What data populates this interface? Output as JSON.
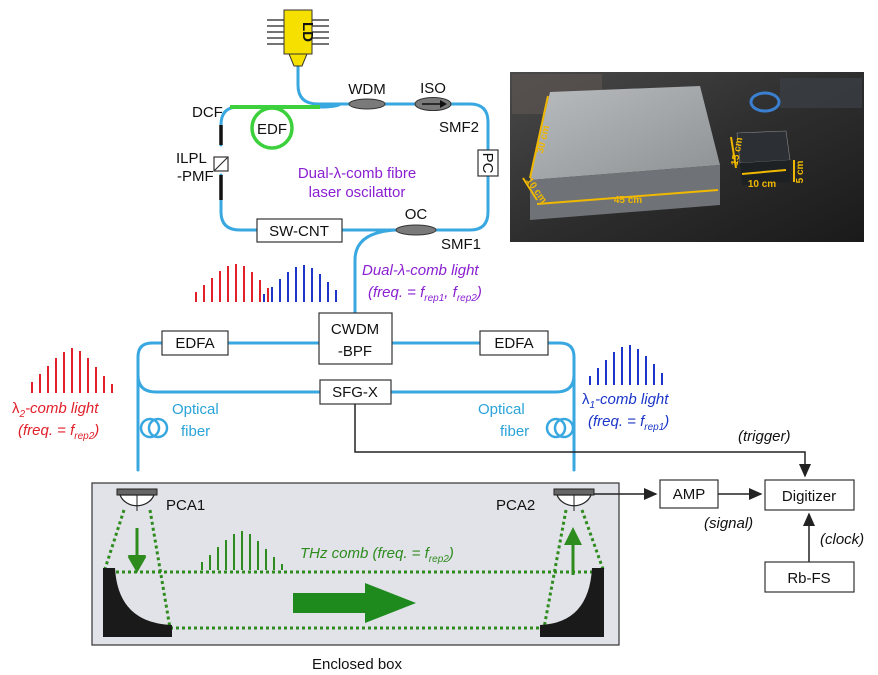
{
  "components": {
    "ld": "LD",
    "wdm": "WDM",
    "iso": "ISO",
    "dcf": "DCF",
    "edf": "EDF",
    "smf2": "SMF2",
    "ilpl_1": "ILPL",
    "ilpl_2": "-PMF",
    "pc": "PC",
    "sw_cnt": "SW-CNT",
    "oc": "OC",
    "smf1": "SMF1",
    "edfa_left": "EDFA",
    "edfa_right": "EDFA",
    "cwdm_1": "CWDM",
    "cwdm_2": "-BPF",
    "sfg_x": "SFG-X",
    "pca1": "PCA1",
    "pca2": "PCA2",
    "amp": "AMP",
    "digitizer": "Digitizer",
    "rb_fs": "Rb-FS"
  },
  "oscillator_label": {
    "line1": "Dual-λ-comb fibre",
    "line2": "laser oscilattor"
  },
  "dual_comb_light": {
    "line1": "Dual-λ-comb light",
    "line2_prefix": "(freq. = ",
    "sub1": "rep1",
    "sep": ", ",
    "sub2": "rep2",
    "suffix": ")"
  },
  "lambda2": {
    "name_sub": "2",
    "name_rest": "-comb light",
    "freq_prefix": "(freq. = ",
    "freq_sub": "rep2",
    "freq_suffix": ")"
  },
  "lambda1": {
    "name_sub": "1",
    "name_rest": "-comb light",
    "freq_prefix": "(freq. = ",
    "freq_sub": "rep1",
    "freq_suffix": ")"
  },
  "fiber_left": {
    "line1": "Optical",
    "line2": "fiber"
  },
  "fiber_right": {
    "line1": "Optical",
    "line2": "fiber"
  },
  "thz_comb": {
    "prefix": "THz comb (freq. = ",
    "sub": "rep2",
    "suffix": ")"
  },
  "signals": {
    "trigger": "(trigger)",
    "signal": "(signal)",
    "clock": "(clock)"
  },
  "enclosed_box": "Enclosed box",
  "photo": {
    "dim_30": "30 cm",
    "dim_10a": "10 cm",
    "dim_45": "45 cm",
    "dim_15": "15 cm",
    "dim_10b": "10 cm",
    "dim_5": "5 cm"
  },
  "colors": {
    "fiber": "#3aa8e0",
    "edf": "#3cd13c",
    "thz": "#2e8b1e",
    "red_comb": "#e0202a",
    "blue_comb": "#1a35c8",
    "purple_text": "#8a1fd1",
    "box_fill": "#e1e3e8"
  }
}
